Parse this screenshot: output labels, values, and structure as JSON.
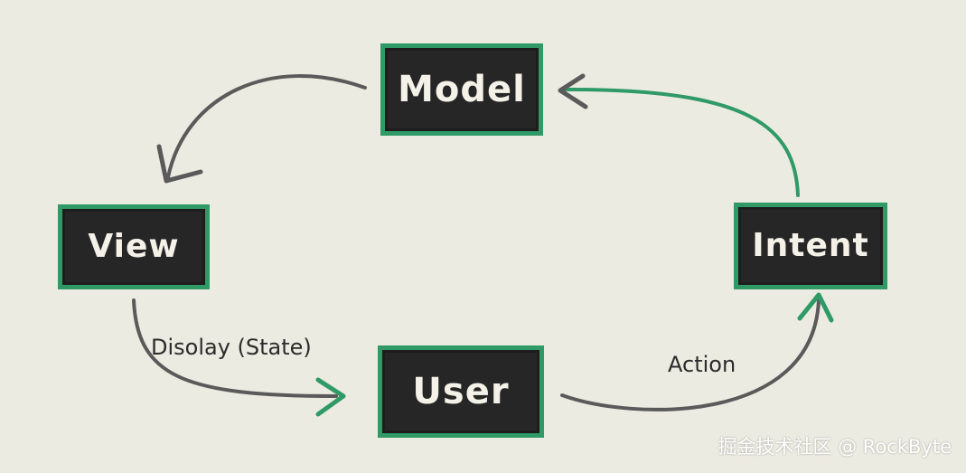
{
  "diagram": {
    "nodes": {
      "model": {
        "label": "Model"
      },
      "view": {
        "label": "View"
      },
      "intent": {
        "label": "Intent"
      },
      "user": {
        "label": "User"
      }
    },
    "edges": {
      "model_to_view": {
        "from": "Model",
        "to": "View",
        "label": "",
        "color": "#5a5a5a"
      },
      "view_to_user": {
        "from": "View",
        "to": "User",
        "label": "Disolay (State)",
        "color": "#5a5a5a",
        "arrowhead_color": "#2f9a66"
      },
      "user_to_intent": {
        "from": "User",
        "to": "Intent",
        "label": "Action",
        "color": "#5a5a5a",
        "arrowhead_color": "#2f9a66"
      },
      "intent_to_model": {
        "from": "Intent",
        "to": "Model",
        "label": "",
        "color": "#2f9a66",
        "arrowhead_color": "#5a5a5a"
      }
    }
  },
  "colors": {
    "background": "#ecebe2",
    "node_fill": "#262626",
    "node_border": "#2f9a66",
    "node_text": "#f4f1e8",
    "arrow_gray": "#5a5a5a",
    "arrow_green": "#2f9a66"
  },
  "watermark": {
    "text": "掘金技术社区 @ RockByte"
  }
}
